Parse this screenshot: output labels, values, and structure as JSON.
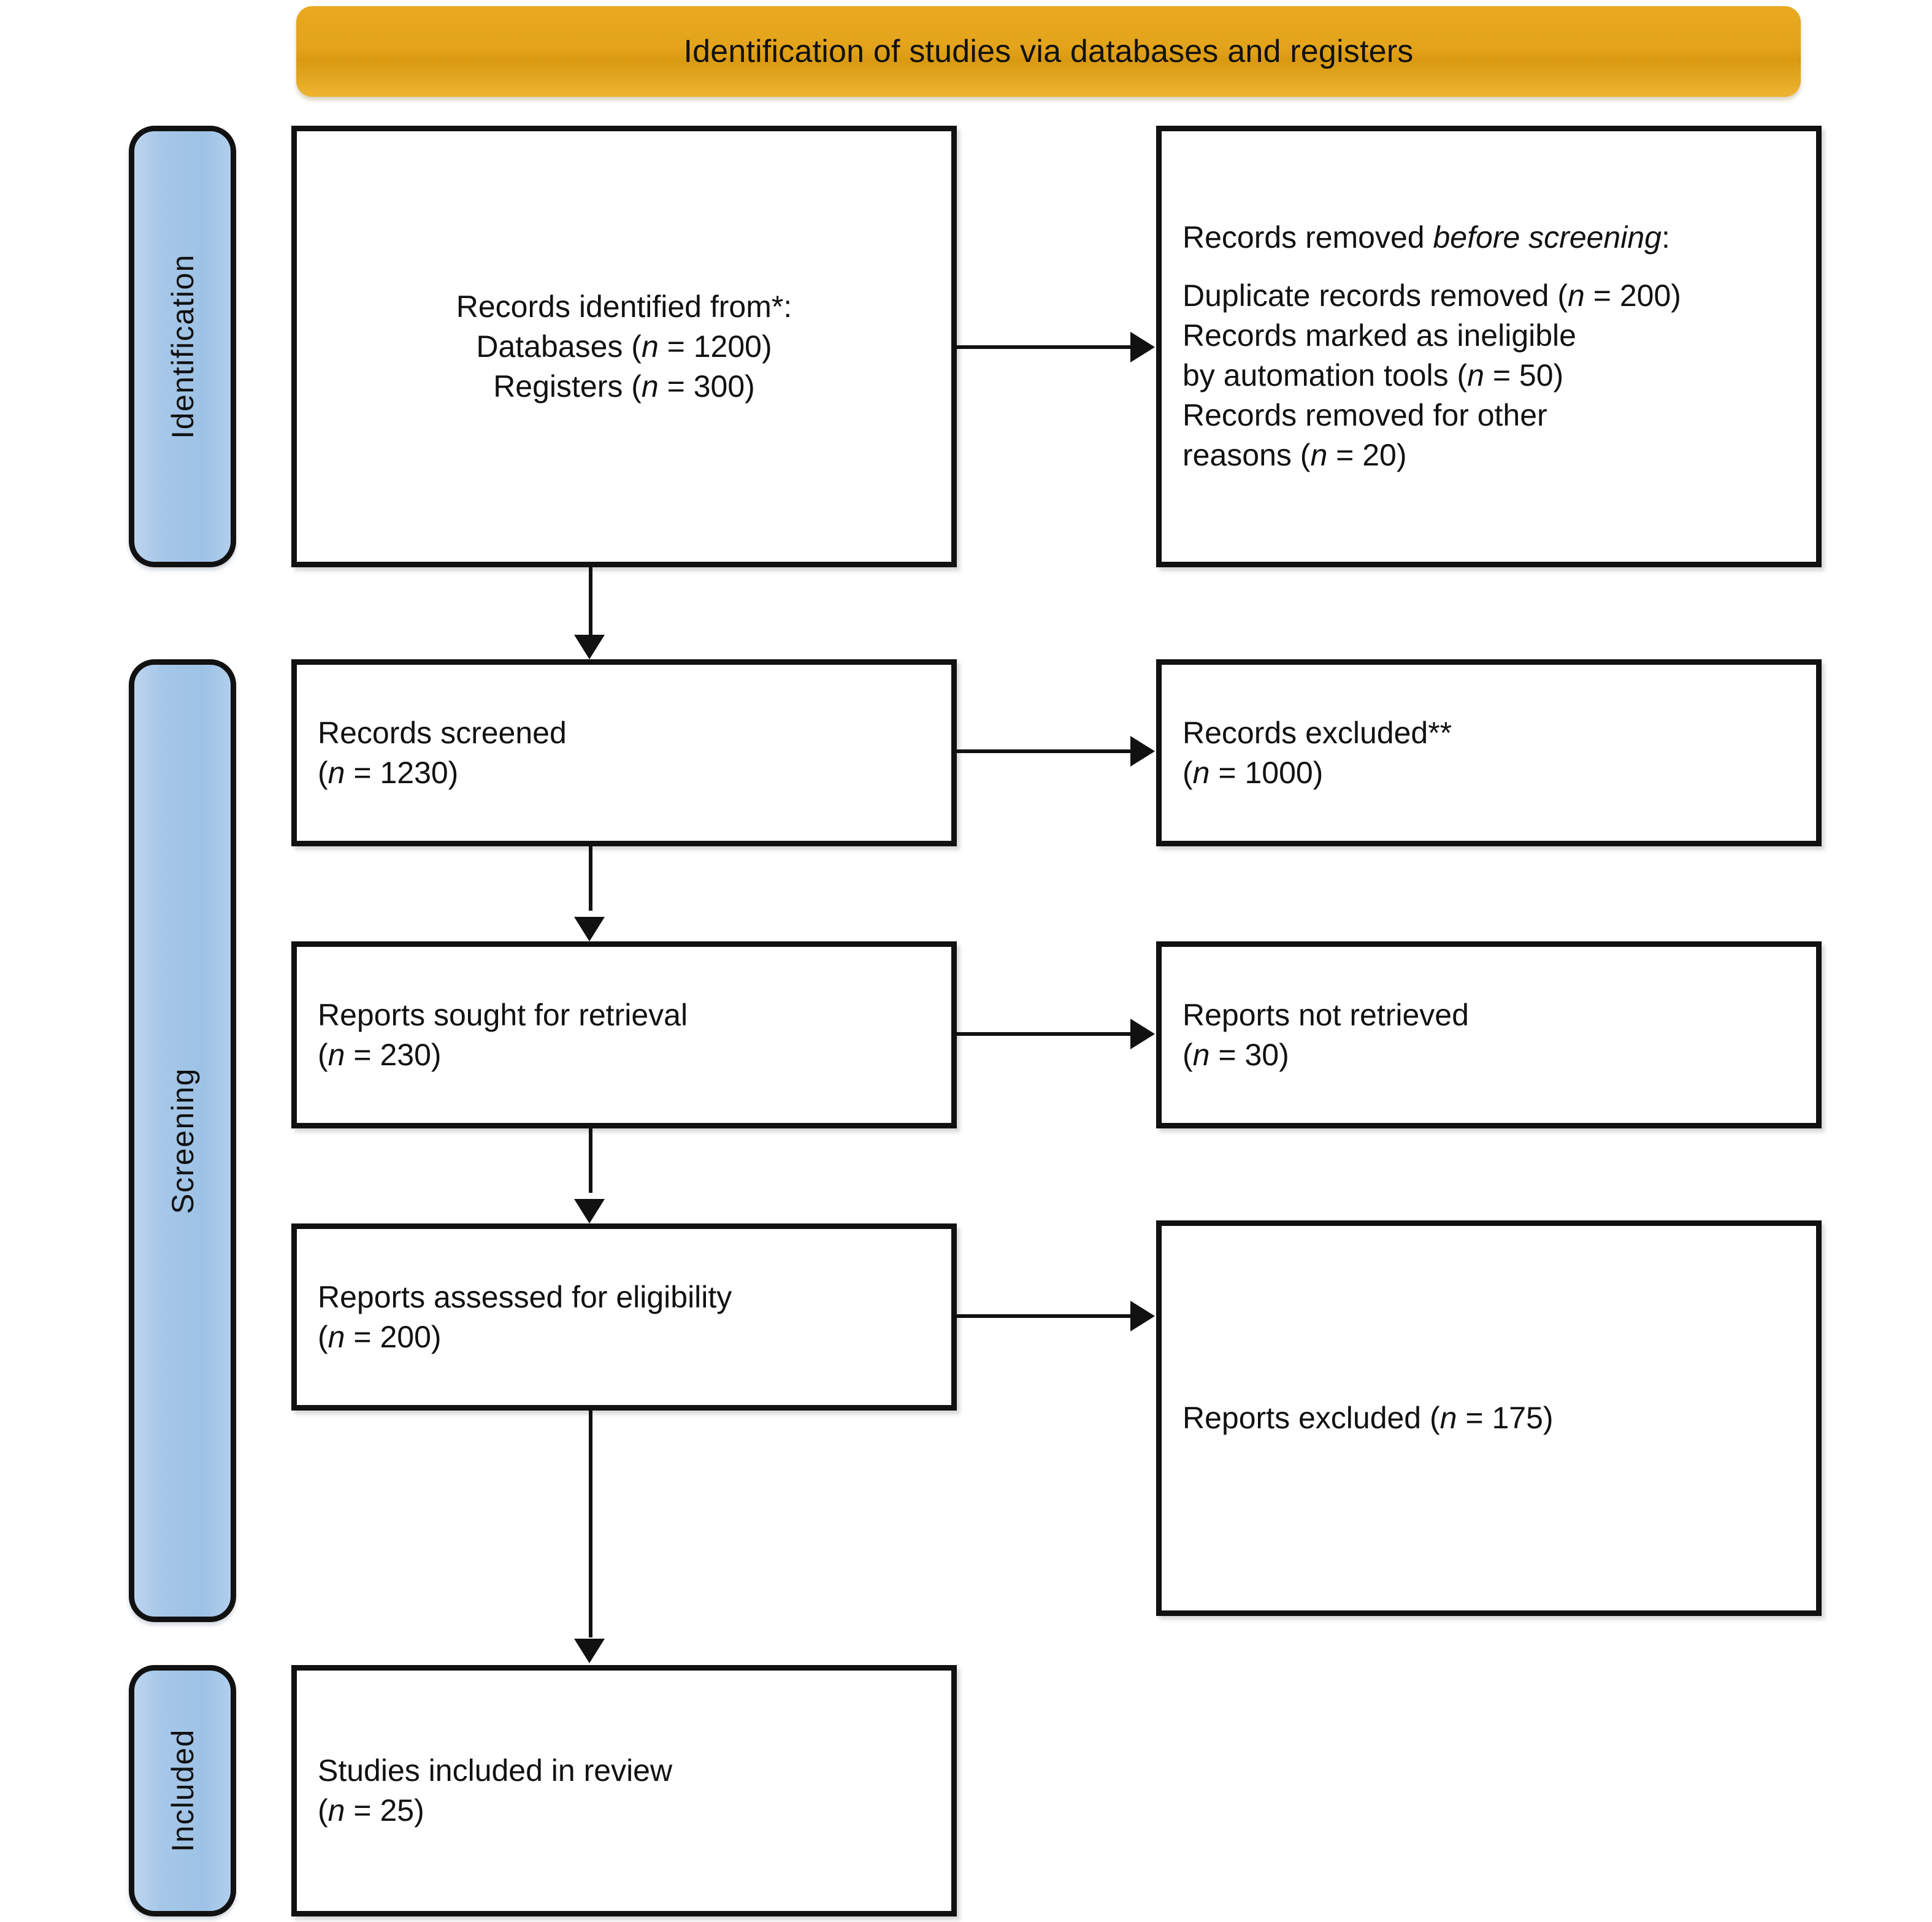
{
  "banner": {
    "title": "Identification of studies via databases and registers"
  },
  "stages": [
    {
      "id": "identification",
      "label": "Identification"
    },
    {
      "id": "screening",
      "label": "Screening"
    },
    {
      "id": "included",
      "label": "Included"
    }
  ],
  "nodes": {
    "records_identified": {
      "line1": "Records identified from*:",
      "line2": "Databases (",
      "line2_n": "n",
      "line2_val": " = 1200)",
      "line3": "Registers (",
      "line3_n": "n",
      "line3_val": " = 300)"
    },
    "records_removed": {
      "heading_plain": "Records removed ",
      "heading_italic": "before screening",
      "heading_colon": ":",
      "item1_a": "Duplicate records removed (",
      "item1_n": "n",
      "item1_b": " = 200)",
      "item2_a": "Records marked as ineligible",
      "item3_a": "by automation tools (",
      "item3_n": "n",
      "item3_b": " = 50)",
      "item4_a": "Records removed for other",
      "item5_a": "reasons (",
      "item5_n": "n",
      "item5_b": " = 20)"
    },
    "records_screened": {
      "line1": "Records screened",
      "line2_a": "(",
      "line2_n": "n",
      "line2_b": " = 1230)"
    },
    "records_excluded": {
      "line1": "Records excluded**",
      "line2_a": "(",
      "line2_n": "n",
      "line2_b": " = 1000)"
    },
    "reports_sought": {
      "line1": "Reports sought for retrieval",
      "line2_a": "(",
      "line2_n": "n",
      "line2_b": " = 230)"
    },
    "reports_not_retrieved": {
      "line1": "Reports not retrieved",
      "line2_a": "(",
      "line2_n": "n",
      "line2_b": " = 30)"
    },
    "reports_assessed": {
      "line1": "Reports assessed for eligibility",
      "line2_a": "(",
      "line2_n": "n",
      "line2_b": " = 200)"
    },
    "reports_excluded": {
      "line1_a": "Reports excluded (",
      "line1_n": "n",
      "line1_b": " = 175)"
    },
    "studies_included": {
      "line1": "Studies included in review",
      "line2_a": "(",
      "line2_n": "n",
      "line2_b": " = 25)"
    }
  },
  "colors": {
    "banner_orange": "#e3a41c",
    "stage_blue": "#9dc2e5",
    "outline": "#111111",
    "box_fill": "#ffffff"
  }
}
